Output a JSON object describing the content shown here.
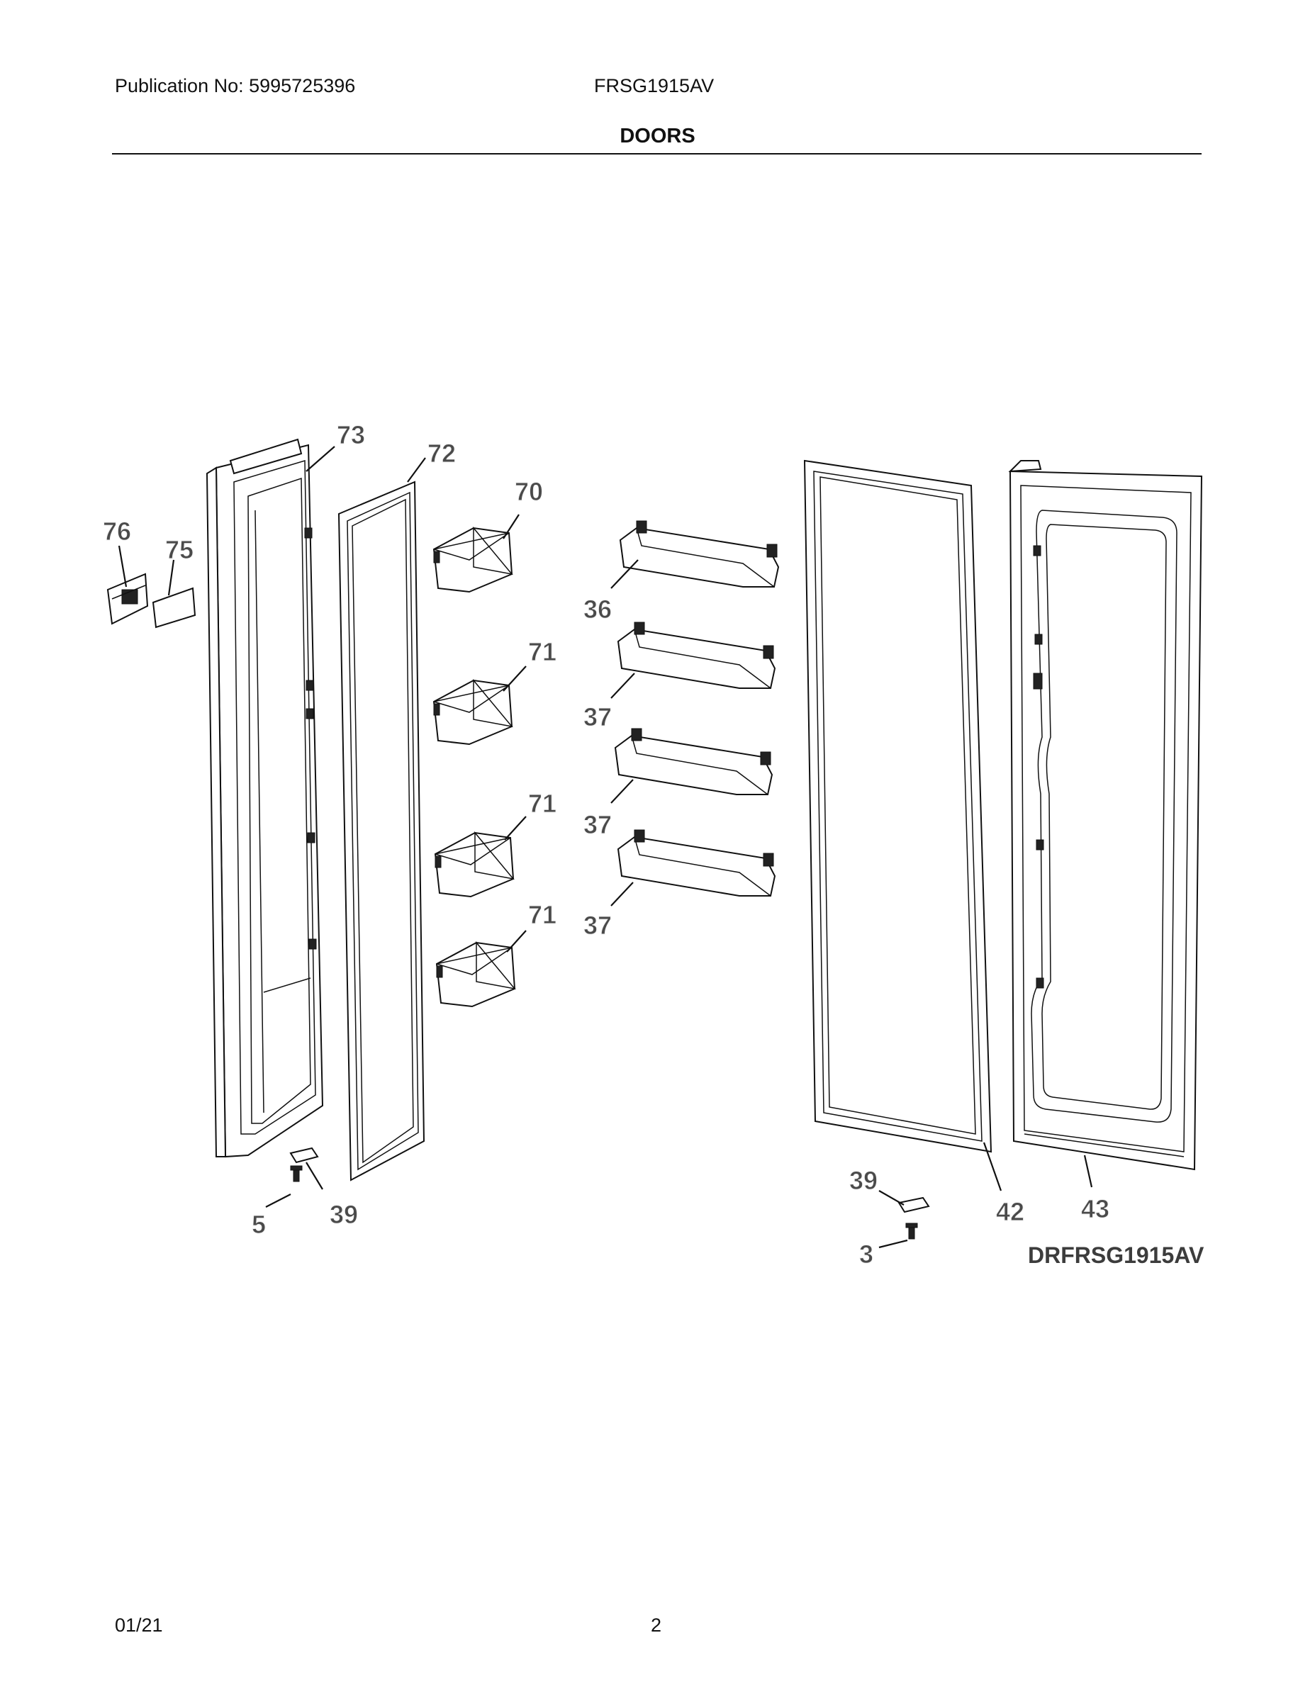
{
  "header": {
    "publication": "Publication No: 5995725396",
    "model": "FRSG1915AV",
    "section_title": "DOORS"
  },
  "diagram": {
    "code": "DRFRSG1915AV",
    "callouts": {
      "c73": "73",
      "c72": "72",
      "c70": "70",
      "c76": "76",
      "c75": "75",
      "c36": "36",
      "c71a": "71",
      "c37a": "37",
      "c71b": "71",
      "c37b": "37",
      "c71c": "71",
      "c37c": "37",
      "c5": "5",
      "c39a": "39",
      "c39b": "39",
      "c42": "42",
      "c43": "43",
      "c3": "3"
    }
  },
  "footer": {
    "date": "01/21",
    "page": "2"
  }
}
